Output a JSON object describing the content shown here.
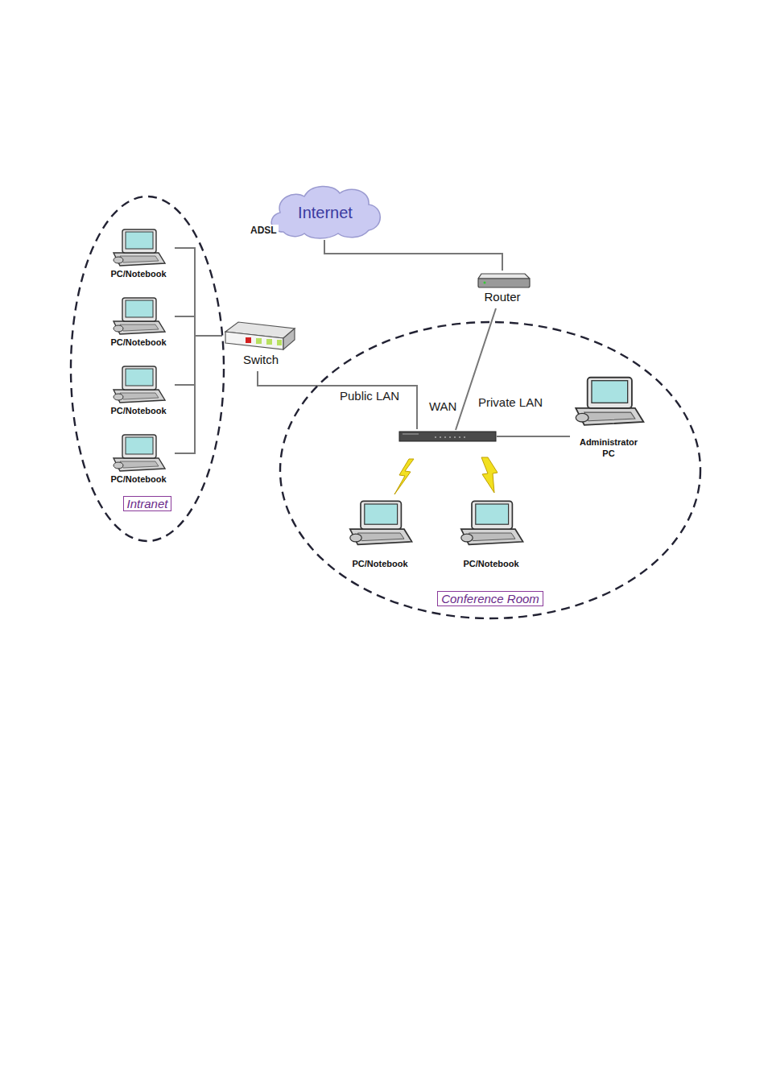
{
  "diagram": {
    "nodes": [
      {
        "text": [
          "Intranet"
        ]
      },
      {
        "text": [
          "PC/Notebook"
        ],
        "in": 0
      },
      {
        "text": [
          "PC/Notebook"
        ],
        "in": 0
      },
      {
        "text": [
          "PC/Notebook"
        ],
        "in": 0
      },
      {
        "text": [
          "PC/Notebook"
        ],
        "in": 0
      },
      {
        "text": [
          "Internet"
        ]
      },
      {
        "text": [
          "Router"
        ]
      },
      {
        "text": [
          "Switch"
        ]
      },
      {
        "text": [
          "Conference Room"
        ]
      },
      {
        "text": [
          "Administrator PC"
        ],
        "in": 8
      },
      {
        "text": [
          "PC/Notebook"
        ],
        "in": 8
      },
      {
        "text": [
          "PC/Notebook"
        ],
        "in": 8
      }
    ],
    "edges": [
      {
        "from": 1,
        "to": 7,
        "arrow": "none"
      },
      {
        "from": 2,
        "to": 7,
        "arrow": "none"
      },
      {
        "from": 3,
        "to": 7,
        "arrow": "none"
      },
      {
        "from": 4,
        "to": 7,
        "arrow": "none"
      },
      {
        "from": 5,
        "to": 6,
        "arrow": "none"
      }
    ],
    "labels": [
      "ADSL",
      "Public LAN",
      "WAN",
      "Private LAN"
    ]
  }
}
